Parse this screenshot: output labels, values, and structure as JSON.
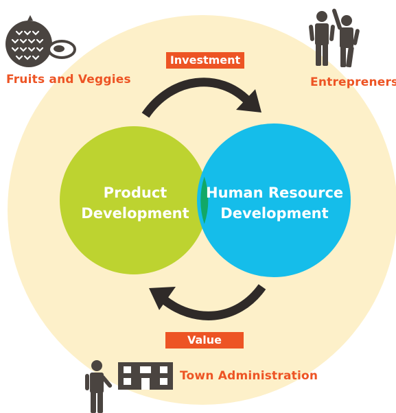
{
  "colors": {
    "background_circle": "#fdf0c9",
    "product_circle": "#bdd330",
    "human_circle": "#15bdea",
    "overlap": "#12a867",
    "arrow": "#2f2a28",
    "accent_label": "#ed5424",
    "icon_dark": "#4a4440"
  },
  "labels": {
    "fruits": "Fruits and Veggies",
    "entrepreneurs": "Entrepreners",
    "town": "Town Administration"
  },
  "tags": {
    "investment": "Investment",
    "value": "Value"
  },
  "circles": {
    "product": {
      "line1": "Product",
      "line2": "Development"
    },
    "human": {
      "line1": "Human Resource",
      "line2": "Development"
    }
  },
  "icons": {
    "fruits": "durian-and-fruit-icon",
    "entrepreneurs": "two-people-icon",
    "town_person": "person-presenting-icon",
    "town_building": "building-icon"
  }
}
